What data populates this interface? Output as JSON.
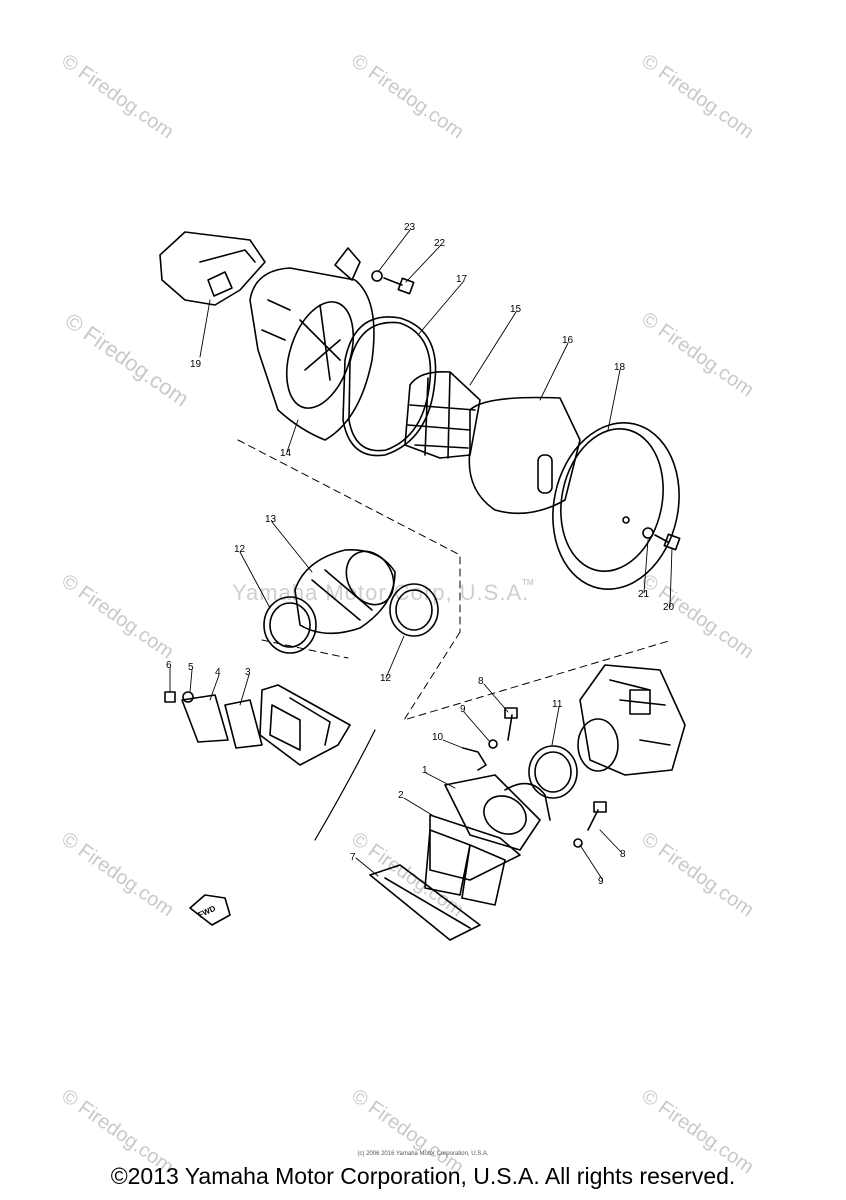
{
  "watermark_text": "© Firedog.com",
  "center_watermark": "Yamaha Motor Corp, U.S.A.",
  "center_watermark_tm": "TM",
  "callouts": [
    "23",
    "22",
    "17",
    "15",
    "16",
    "18",
    "19",
    "14",
    "13",
    "12",
    "21",
    "20",
    "12",
    "6",
    "5",
    "4",
    "3",
    "8",
    "9",
    "11",
    "10",
    "1",
    "2",
    "8",
    "9",
    "7"
  ],
  "fwd_label": "FWD",
  "fine_print": "(c) 2006 2016 Yamaha Motor Corporation, U.S.A.",
  "copyright": "©2013 Yamaha Motor Corporation, U.S.A. All rights reserved."
}
